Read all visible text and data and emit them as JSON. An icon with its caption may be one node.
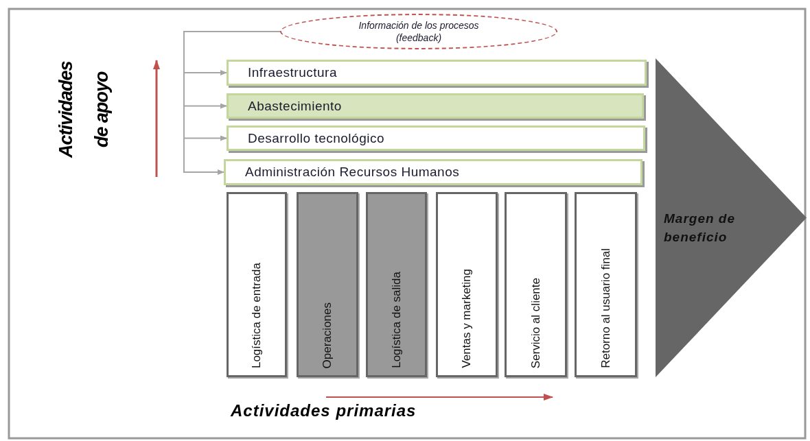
{
  "diagram": {
    "nodes": [
      {
        "text": [
          "Información de los procesos (feedback)"
        ]
      },
      {
        "text": [
          "Infraestructura"
        ]
      },
      {
        "text": [
          "Abastecimiento"
        ]
      },
      {
        "text": [
          "Desarrollo tecnológico"
        ]
      },
      {
        "text": [
          "Administración Recursos Humanos"
        ]
      },
      {
        "text": [
          "Logística de entrada"
        ]
      },
      {
        "text": [
          "Operaciones"
        ]
      },
      {
        "text": [
          "Logística de salida"
        ]
      },
      {
        "text": [
          "Ventas y marketing"
        ]
      },
      {
        "text": [
          "Servicio al cliente"
        ]
      },
      {
        "text": [
          "Retorno al usuario final"
        ]
      },
      {
        "text": [
          "Margen de beneficio"
        ]
      }
    ],
    "edges": [
      {
        "from": 0,
        "to": 1,
        "arrow": "to"
      },
      {
        "from": 0,
        "to": 2,
        "arrow": "to"
      },
      {
        "from": 0,
        "to": 3,
        "arrow": "to"
      },
      {
        "from": 0,
        "to": 4,
        "arrow": "to"
      }
    ],
    "labels": [
      "Actividades de apoyo",
      "Actividades primarias"
    ]
  }
}
